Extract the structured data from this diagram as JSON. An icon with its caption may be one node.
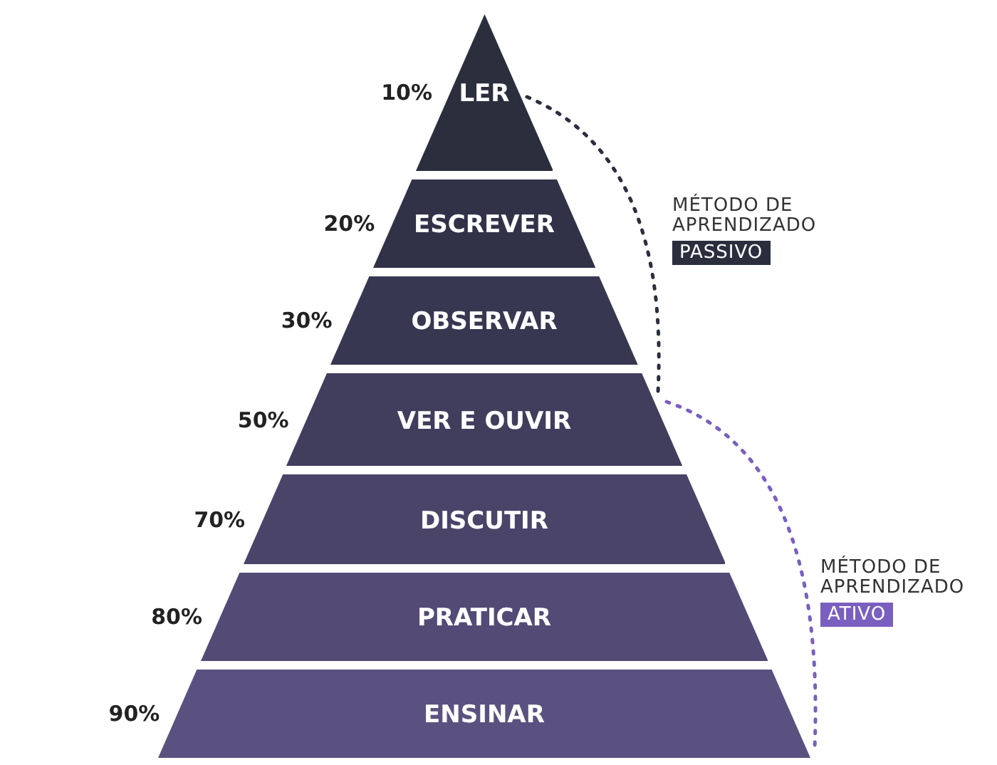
{
  "diagram": {
    "nodes": [
      {
        "text": [
          "LER"
        ],
        "beside": [
          "10%"
        ]
      },
      {
        "text": [
          "ESCREVER"
        ],
        "beside": [
          "20%"
        ]
      },
      {
        "text": [
          "OBSERVAR"
        ],
        "beside": [
          "30%"
        ]
      },
      {
        "text": [
          "VER E OUVIR"
        ],
        "beside": [
          "50%"
        ]
      },
      {
        "text": [
          "DISCUTIR"
        ],
        "beside": [
          "70%"
        ]
      },
      {
        "text": [
          "PRATICAR"
        ],
        "beside": [
          "80%"
        ]
      },
      {
        "text": [
          "ENSINAR"
        ],
        "beside": [
          "90%"
        ]
      },
      {
        "text": [
          "MÉTODO DE APRENDIZADO",
          "PASSIVO"
        ]
      },
      {
        "text": [
          "MÉTODO DE APRENDIZADO",
          "ATIVO"
        ]
      }
    ],
    "edges": []
  }
}
